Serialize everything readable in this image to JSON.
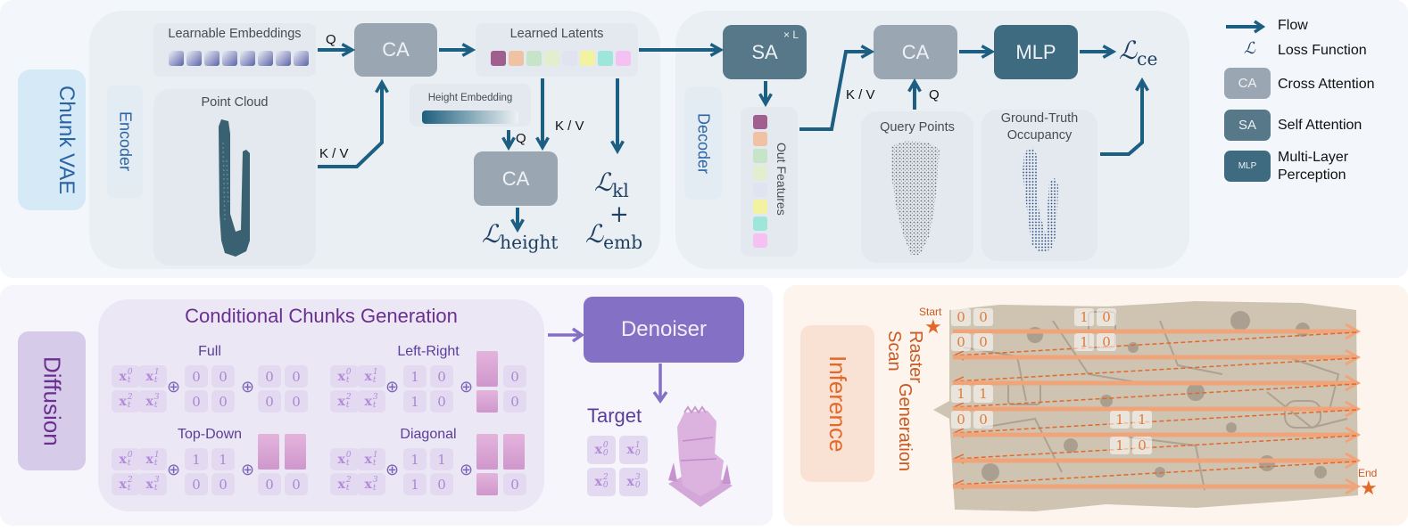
{
  "vae": {
    "section_label": "Chunk VAE",
    "encoder_label": "Encoder",
    "decoder_label": "Decoder",
    "learnable_embeddings": {
      "title": "Learnable Embeddings",
      "count": 8
    },
    "point_cloud": {
      "title": "Point Cloud"
    },
    "ca_main": "CA",
    "learned_latents": {
      "title": "Learned Latents",
      "colors": [
        "#a05f8f",
        "#efc2a4",
        "#c6e4c8",
        "#e2efcf",
        "#e1e4f0",
        "#f3f2a0",
        "#9fe6da",
        "#f4c1f2"
      ]
    },
    "height_embedding": {
      "title": "Height Embedding"
    },
    "ca_height": "CA",
    "edge_labels": {
      "q_top": "Q",
      "kv_encoder": "K / V",
      "q_height": "Q",
      "kv_height": "K / V",
      "kv_decoder": "K / V",
      "q_decoder": "Q"
    },
    "losses": {
      "height": {
        "symbol": "ℒ",
        "sub": "height"
      },
      "kl": {
        "symbol": "ℒ",
        "sub": "kl"
      },
      "plus": "+",
      "emb": {
        "symbol": "ℒ",
        "sub": "emb"
      },
      "ce": {
        "symbol": "ℒ",
        "sub": "ce"
      }
    },
    "sa_block": {
      "label": "SA",
      "repeat": "× L"
    },
    "out_features": {
      "title": "Out Features"
    },
    "ca_decoder": "CA",
    "mlp": "MLP",
    "query_points": {
      "title": "Query Points"
    },
    "ground_truth": {
      "title_line1": "Ground-Truth",
      "title_line2": "Occupancy"
    }
  },
  "legend": {
    "items": [
      {
        "icon": "arrow-icon",
        "label": "Flow"
      },
      {
        "icon": "loss-icon",
        "symbol": "ℒ",
        "label": "Loss Function"
      },
      {
        "icon": "ca-icon",
        "badge": "CA",
        "label": "Cross Attention"
      },
      {
        "icon": "sa-icon",
        "badge": "SA",
        "label": "Self Attention"
      },
      {
        "icon": "mlp-icon",
        "badge": "MLP",
        "label_line1": "Multi-Layer",
        "label_line2": "Perception"
      }
    ]
  },
  "diffusion": {
    "section_label": "Diffusion",
    "group_title": "Conditional Chunks Generation",
    "oplus": "⊕",
    "modes": [
      {
        "name": "Full",
        "mask": [
          "0",
          "0",
          "0",
          "0"
        ],
        "cond": [
          "0",
          "0",
          "0",
          "0"
        ]
      },
      {
        "name": "Left-Right",
        "mask": [
          "1",
          "0",
          "1",
          "0"
        ],
        "cond": [
          "img",
          "0",
          "img",
          "0"
        ]
      },
      {
        "name": "Top-Down",
        "mask": [
          "1",
          "1",
          "0",
          "0"
        ],
        "cond": [
          "img",
          "img",
          "0",
          "0"
        ]
      },
      {
        "name": "Diagonal",
        "mask": [
          "1",
          "1",
          "1",
          "0"
        ],
        "cond": [
          "img",
          "img",
          "img",
          "0"
        ]
      }
    ],
    "noisy_latents": [
      "0",
      "1",
      "2",
      "3"
    ],
    "denoiser": "Denoiser",
    "target": {
      "title": "Target",
      "latents": [
        "0",
        "1",
        "2",
        "3"
      ]
    }
  },
  "inference": {
    "section_label": "Inference",
    "title_line1": "Raster Scan",
    "title_line2": "Generation",
    "start_label": "Start",
    "end_label": "End",
    "masks": [
      {
        "row": 0,
        "col": 0,
        "values": [
          "0",
          "0"
        ]
      },
      {
        "row": 1,
        "col": 0,
        "values": [
          "0",
          "0"
        ]
      },
      {
        "row": 0,
        "col": 1,
        "values": [
          "1",
          "0"
        ]
      },
      {
        "row": 1,
        "col": 1,
        "values": [
          "1",
          "0"
        ]
      },
      {
        "row": 3,
        "col": 0,
        "values": [
          "1",
          "1"
        ]
      },
      {
        "row": 4,
        "col": 0,
        "values": [
          "0",
          "0"
        ]
      },
      {
        "row": 4,
        "col": 2,
        "values": [
          "1",
          "1"
        ]
      },
      {
        "row": 5,
        "col": 2,
        "values": [
          "1",
          "0"
        ]
      }
    ]
  },
  "colors": {
    "flow": "#1d5f82",
    "ca": "#9aa6b2",
    "sa": "#567888",
    "mlp": "#3f6b80",
    "vae_accent": "#2b63a3",
    "diffusion_accent": "#6a2f8f",
    "denoiser": "#8470c4",
    "inference_accent": "#e2692a"
  }
}
